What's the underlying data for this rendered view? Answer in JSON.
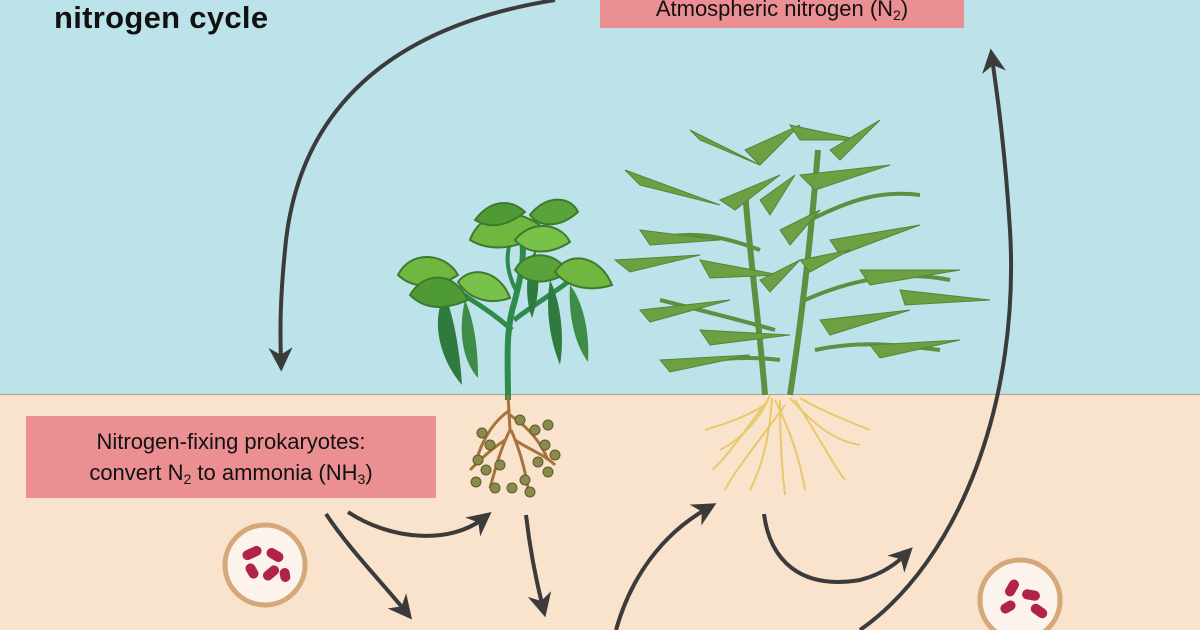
{
  "title": "nitrogen cycle",
  "atmospheric_box": {
    "text": "Atmospheric nitrogen (N",
    "subscript": "2",
    "text_end": ")"
  },
  "fixing_box": {
    "line1": "Nitrogen-fixing prokaryotes:",
    "line2_a": "convert N",
    "line2_sub1": "2",
    "line2_b": " to ammonia (NH",
    "line2_sub2": "3",
    "line2_c": ")"
  },
  "colors": {
    "sky": "#bde3ea",
    "soil": "#f9e3cc",
    "label_box": "#ec8f93",
    "arrow": "#3b3b3b",
    "bean_leaf": "#6fb73f",
    "grass": "#6ea043",
    "root": "#a6743a",
    "fibrous_root": "#e8c86a",
    "bacteria": "#b0244a",
    "cell_ring": "#d5a87a"
  }
}
